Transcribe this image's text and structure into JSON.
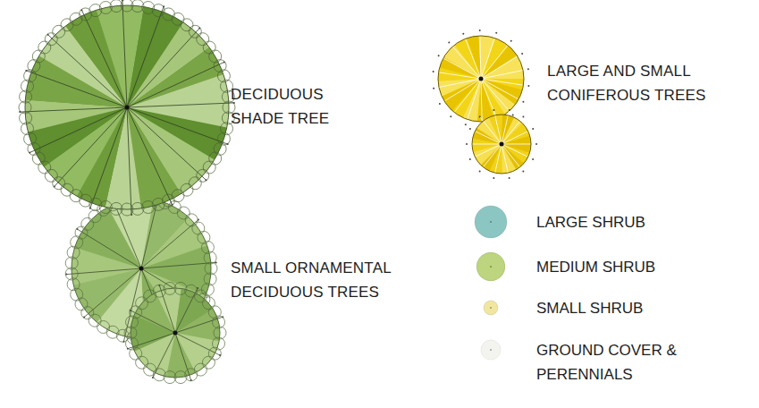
{
  "diagram": {
    "labels": [
      "DECIDUOUS SHADE TREE",
      "SMALL ORNAMENTAL DECIDUOUS TREES",
      "LARGE AND SMALL CONIFEROUS TREES"
    ],
    "legend": [
      {
        "text": "LARGE SHRUB",
        "color": "#8cc6c2"
      },
      {
        "text": "MEDIUM SHRUB",
        "color": "#bcd57e"
      },
      {
        "text": "SMALL SHRUB",
        "color": "#f1e6a0"
      },
      {
        "text": "GROUND COVER & PERENNIALS",
        "color": "#f3f4ef"
      }
    ]
  }
}
